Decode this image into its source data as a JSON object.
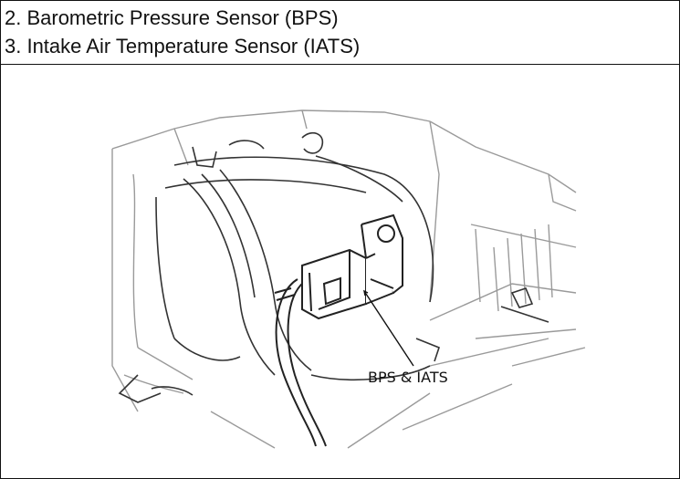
{
  "header": {
    "line1": "2. Barometric Pressure Sensor (BPS)",
    "line2": "3. Intake Air Temperature Sensor (IATS)"
  },
  "figure": {
    "callout_label": "BPS & IATS",
    "stroke_color": "#333333",
    "light_stroke_color": "#9a9a9a"
  }
}
